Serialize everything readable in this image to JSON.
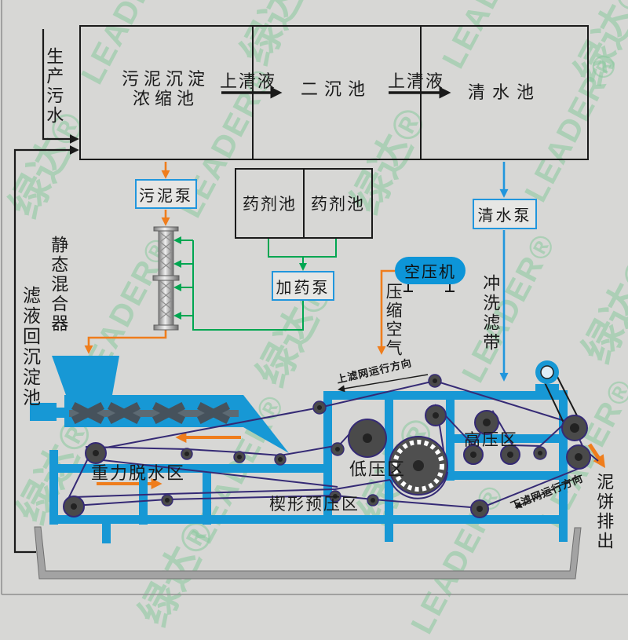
{
  "watermark": {
    "latin": "LEADER",
    "cjk": "绿达",
    "registered": "®"
  },
  "flow": {
    "influent_label": "生产污水",
    "tank_box": {
      "tank1_line1": "污泥沉淀",
      "tank1_line2": "浓缩池",
      "tank2": "二沉池",
      "tank3": "清水池",
      "supernatant1": "上清液",
      "supernatant2": "上清液"
    },
    "sludge_pump": "污泥泵",
    "chem_tank1": "药剂池",
    "chem_tank2": "药剂池",
    "dosing_pump": "加药泵",
    "clean_water_pump": "清水泵",
    "air_compressor": "空压机",
    "compressed_air": "压缩空气",
    "belt_wash": "冲洗滤带",
    "static_mixer": "静态混合器",
    "filtrate_return": "滤液回沉淀池"
  },
  "press": {
    "gravity_zone": "重力脱水区",
    "wedge_zone": "楔形预压区",
    "low_pressure_zone": "低压区",
    "high_pressure_zone": "高压区",
    "upper_belt_direction": "上滤网运行方向",
    "lower_belt_direction": "下滤网运行方向",
    "cake_discharge": "泥饼排出"
  },
  "colors": {
    "machine_blue": "#1798d5",
    "box_border_blue": "#2196dd",
    "compressor_fill": "#0d95d8",
    "pipe_green": "#00a651",
    "pipe_orange": "#ef7d1c",
    "belt_navy": "#352a75",
    "watermark_green": "#89c99c",
    "background": "#d7d7d5"
  }
}
